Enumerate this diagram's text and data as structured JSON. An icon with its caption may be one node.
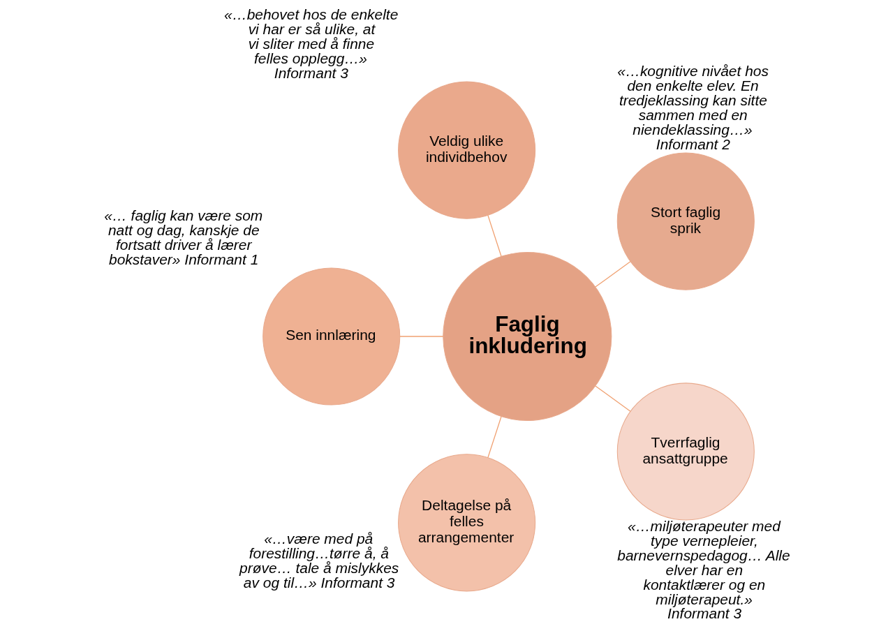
{
  "diagram": {
    "nodes": [
      {
        "text": [
          "Faglig inkludering"
        ]
      },
      {
        "text": [
          "Stort faglig sprik"
        ],
        "beside": [
          "«…kognitive nivået hos den enkelte elev. En tredjeklassing kan sitte sammen med en niendeklassing…» Informant 2"
        ]
      },
      {
        "text": [
          "Veldig ulike individbehov"
        ],
        "beside": [
          "«…behovet hos de enkelte vi har er så ulike, at vi sliter med å finne felles opplegg…» Informant 3"
        ]
      },
      {
        "text": [
          "Sen innlæring"
        ],
        "beside": [
          "«… faglig kan være som natt og dag, kanskje de fortsatt driver å lærer bokstaver» Informant 1"
        ]
      },
      {
        "text": [
          "Deltagelse på felles arrangementer"
        ],
        "beside": [
          "«…være med på forestilling…tørre å, å prøve… tale å mislykkes av og til…» Informant 3"
        ]
      },
      {
        "text": [
          "Tverrfaglig ansattgruppe"
        ],
        "beside": [
          "«…miljøterapeuter med type vernepleier, barnevernspedagog… Alle elver har en kontaktlærer og en miljøterapeut.» Informant 3"
        ]
      }
    ],
    "edges": [
      {
        "from": 0,
        "to": 1,
        "arrow": "none"
      },
      {
        "from": 0,
        "to": 2,
        "arrow": "none"
      },
      {
        "from": 0,
        "to": 3,
        "arrow": "none"
      },
      {
        "from": 0,
        "to": 4,
        "arrow": "none"
      },
      {
        "from": 0,
        "to": 5,
        "arrow": "none"
      }
    ]
  }
}
